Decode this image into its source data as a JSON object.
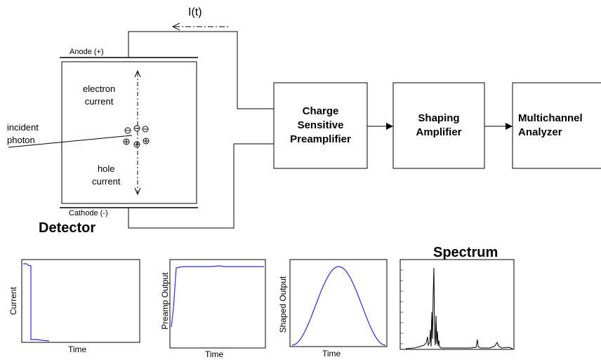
{
  "signal_label": "I(t)",
  "detector": {
    "anode_label": "Anode (+)",
    "cathode_label": "Cathode (-)",
    "title": "Detector",
    "electron_current": "electron\ncurrent",
    "hole_current": "hole\ncurrent",
    "incident_photon": "incident\nphoton"
  },
  "blocks": [
    {
      "label": "Charge\nSensitive\nPreamplifier"
    },
    {
      "label": "Shaping\nAmplifier"
    },
    {
      "label": "Multichannel\nAnalyzer"
    }
  ],
  "plots": {
    "current": {
      "ylabel": "Current",
      "xlabel": "Time"
    },
    "preamp": {
      "ylabel": "Preamp Output",
      "xlabel": "Time"
    },
    "shaped": {
      "ylabel": "Shaped Output",
      "xlabel": "Time"
    },
    "spectrum": {
      "title": "Spectrum"
    }
  },
  "colors": {
    "line": "#000000",
    "trace": "#2a2ad8"
  }
}
